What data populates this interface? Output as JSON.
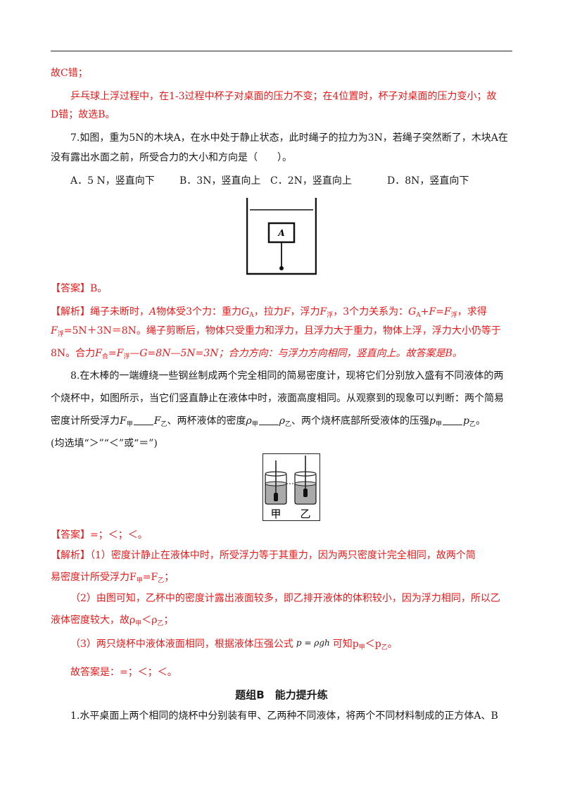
{
  "lines": {
    "l1": "故C错；",
    "l2": "乒乓球上浮过程中，在1-3过程中杯子对桌面的压力不变；在4位置时，杯子对桌面的压力变小；故",
    "l3": "D错；故选B。",
    "q7a": "7.如图，重为5N的木块A，在水中处于静止状态，此时绳子的拉力为3N，若绳子突然断了，木块A在",
    "q7b": "没有露出水面之前，所受合力的大小和方向是（　　）。",
    "optA": "A．5 N，竖直向下",
    "optB": "B．3N，竖直向上",
    "optC": "C．2N，竖直向上",
    "optD": "D．8N，竖直向下",
    "fig7_label": "A",
    "ans7": "【答案】B。",
    "ex7a_pre": "【解析】绳子未断时，",
    "ex7a_A": "A",
    "ex7a_mid": "物体受3个力：重力",
    "ex7a_G": "G",
    "ex7a_Gsub": "A",
    "ex7a_m2": "，拉力",
    "ex7a_F": "F",
    "ex7a_m3": "，浮力",
    "ex7a_Ff": "F",
    "ex7a_Ffsub": "浮",
    "ex7a_m4": "，3个力关系为：",
    "ex7a_eq": "G",
    "ex7a_eqsub": "A",
    "ex7a_eq2": "+F=F",
    "ex7a_eqsub2": "浮",
    "ex7a_end": "，求得",
    "ex7b_F": "F",
    "ex7b_sub": "浮",
    "ex7b_rest": "=5N＋3N＝8N。绳子剪断后，物体只受重力和浮力，且浮力大于重力，物体上浮，浮力大小仍等于",
    "ex7c_a": "8N。合力",
    "ex7c_F": "F",
    "ex7c_sub": "合",
    "ex7c_b": "=F",
    "ex7c_sub2": "浮",
    "ex7c_c": "—G=8N—5N=3N；合力方向：与浮力方向相同，竖直向上。故答案是B。",
    "q8a": "8.在木棒的一端缠绕一些钢丝制成两个完全相同的简易密度计，现将它们分别放入盛有不同液体的两",
    "q8b": "个烧杯中，如图所示，当它们竖直静止在液体中时，液面高度相同。从观察到的现象可以判断：两个简易",
    "q8c_a": "密度计所受浮力",
    "q8c_F1": "F",
    "q8c_s1": "甲",
    "q8c_F2": "F",
    "q8c_s2": "乙",
    "q8c_b": "、两杯液体的密度",
    "q8c_r1": "ρ",
    "q8c_rs1": "甲",
    "q8c_r2": "ρ",
    "q8c_rs2": "乙",
    "q8c_c": "、两个烧杯底部所受液体的压强",
    "q8c_p1": "p",
    "q8c_ps1": "甲",
    "q8c_p2": "p",
    "q8c_ps2": "乙",
    "q8c_end": "。",
    "q8d": "(均选填“＞”“＜”或“＝”)",
    "fig8_left": "甲",
    "fig8_right": "乙",
    "ans8": "【答案】=；＜；＜。",
    "ex8a": "【解析】（1）密度计静止在液体中时，所受浮力等于其重力，因为两只密度计完全相同，故两个简",
    "ex8b_a": "易密度计所受浮力F",
    "ex8b_s1": "甲",
    "ex8b_b": "=F",
    "ex8b_s2": "乙",
    "ex8b_c": "；",
    "ex8c": "（2）由图可知，乙杯中的密度计露出液面较多，即乙排开液体的体积较小，因为浮力相同，所以乙",
    "ex8d_a": "液体密度较大，故ρ",
    "ex8d_s1": "甲",
    "ex8d_b": "＜ρ",
    "ex8d_s2": "乙",
    "ex8d_c": "；",
    "ex8e_a": "（3）两只烧杯中液体液面相同，根据液体压强公式",
    "ex8e_formula": "p = ρgh",
    "ex8e_b": "可知p",
    "ex8e_s1": "甲",
    "ex8e_c": "＜p",
    "ex8e_s2": "乙",
    "ex8e_d": "。",
    "final": "故答案是：=；＜；＜。",
    "section_title": "题组B　能力提升练",
    "q1": "1.水平桌面上两个相同的烧杯中分别装有甲、乙两种不同液体，将两个不同材料制成的正方体A、B"
  }
}
